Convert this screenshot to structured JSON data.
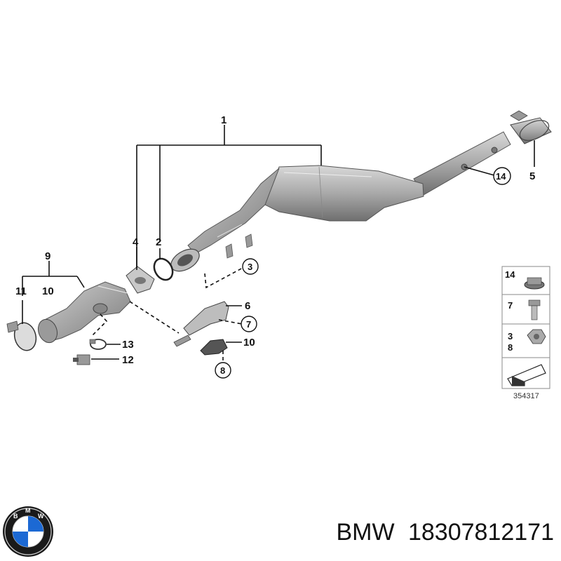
{
  "callouts": {
    "c1": "1",
    "c2": "2",
    "c3": "3",
    "c4": "4",
    "c5": "5",
    "c6": "6",
    "c7": "7",
    "c8": "8",
    "c9": "9",
    "c10a": "10",
    "c10b": "10",
    "c11": "11",
    "c12": "12",
    "c13": "13",
    "c14": "14"
  },
  "legend": {
    "row1": "14",
    "row2": "7",
    "row3a": "3",
    "row3b": "8"
  },
  "diagram_code": "354317",
  "footer": {
    "brand": "BMW",
    "part_number": "18307812171"
  },
  "logo": {
    "letters": "BMW",
    "colors": {
      "blue": "#1c69d4",
      "white": "#ffffff",
      "ring": "#1a1a1a"
    }
  }
}
